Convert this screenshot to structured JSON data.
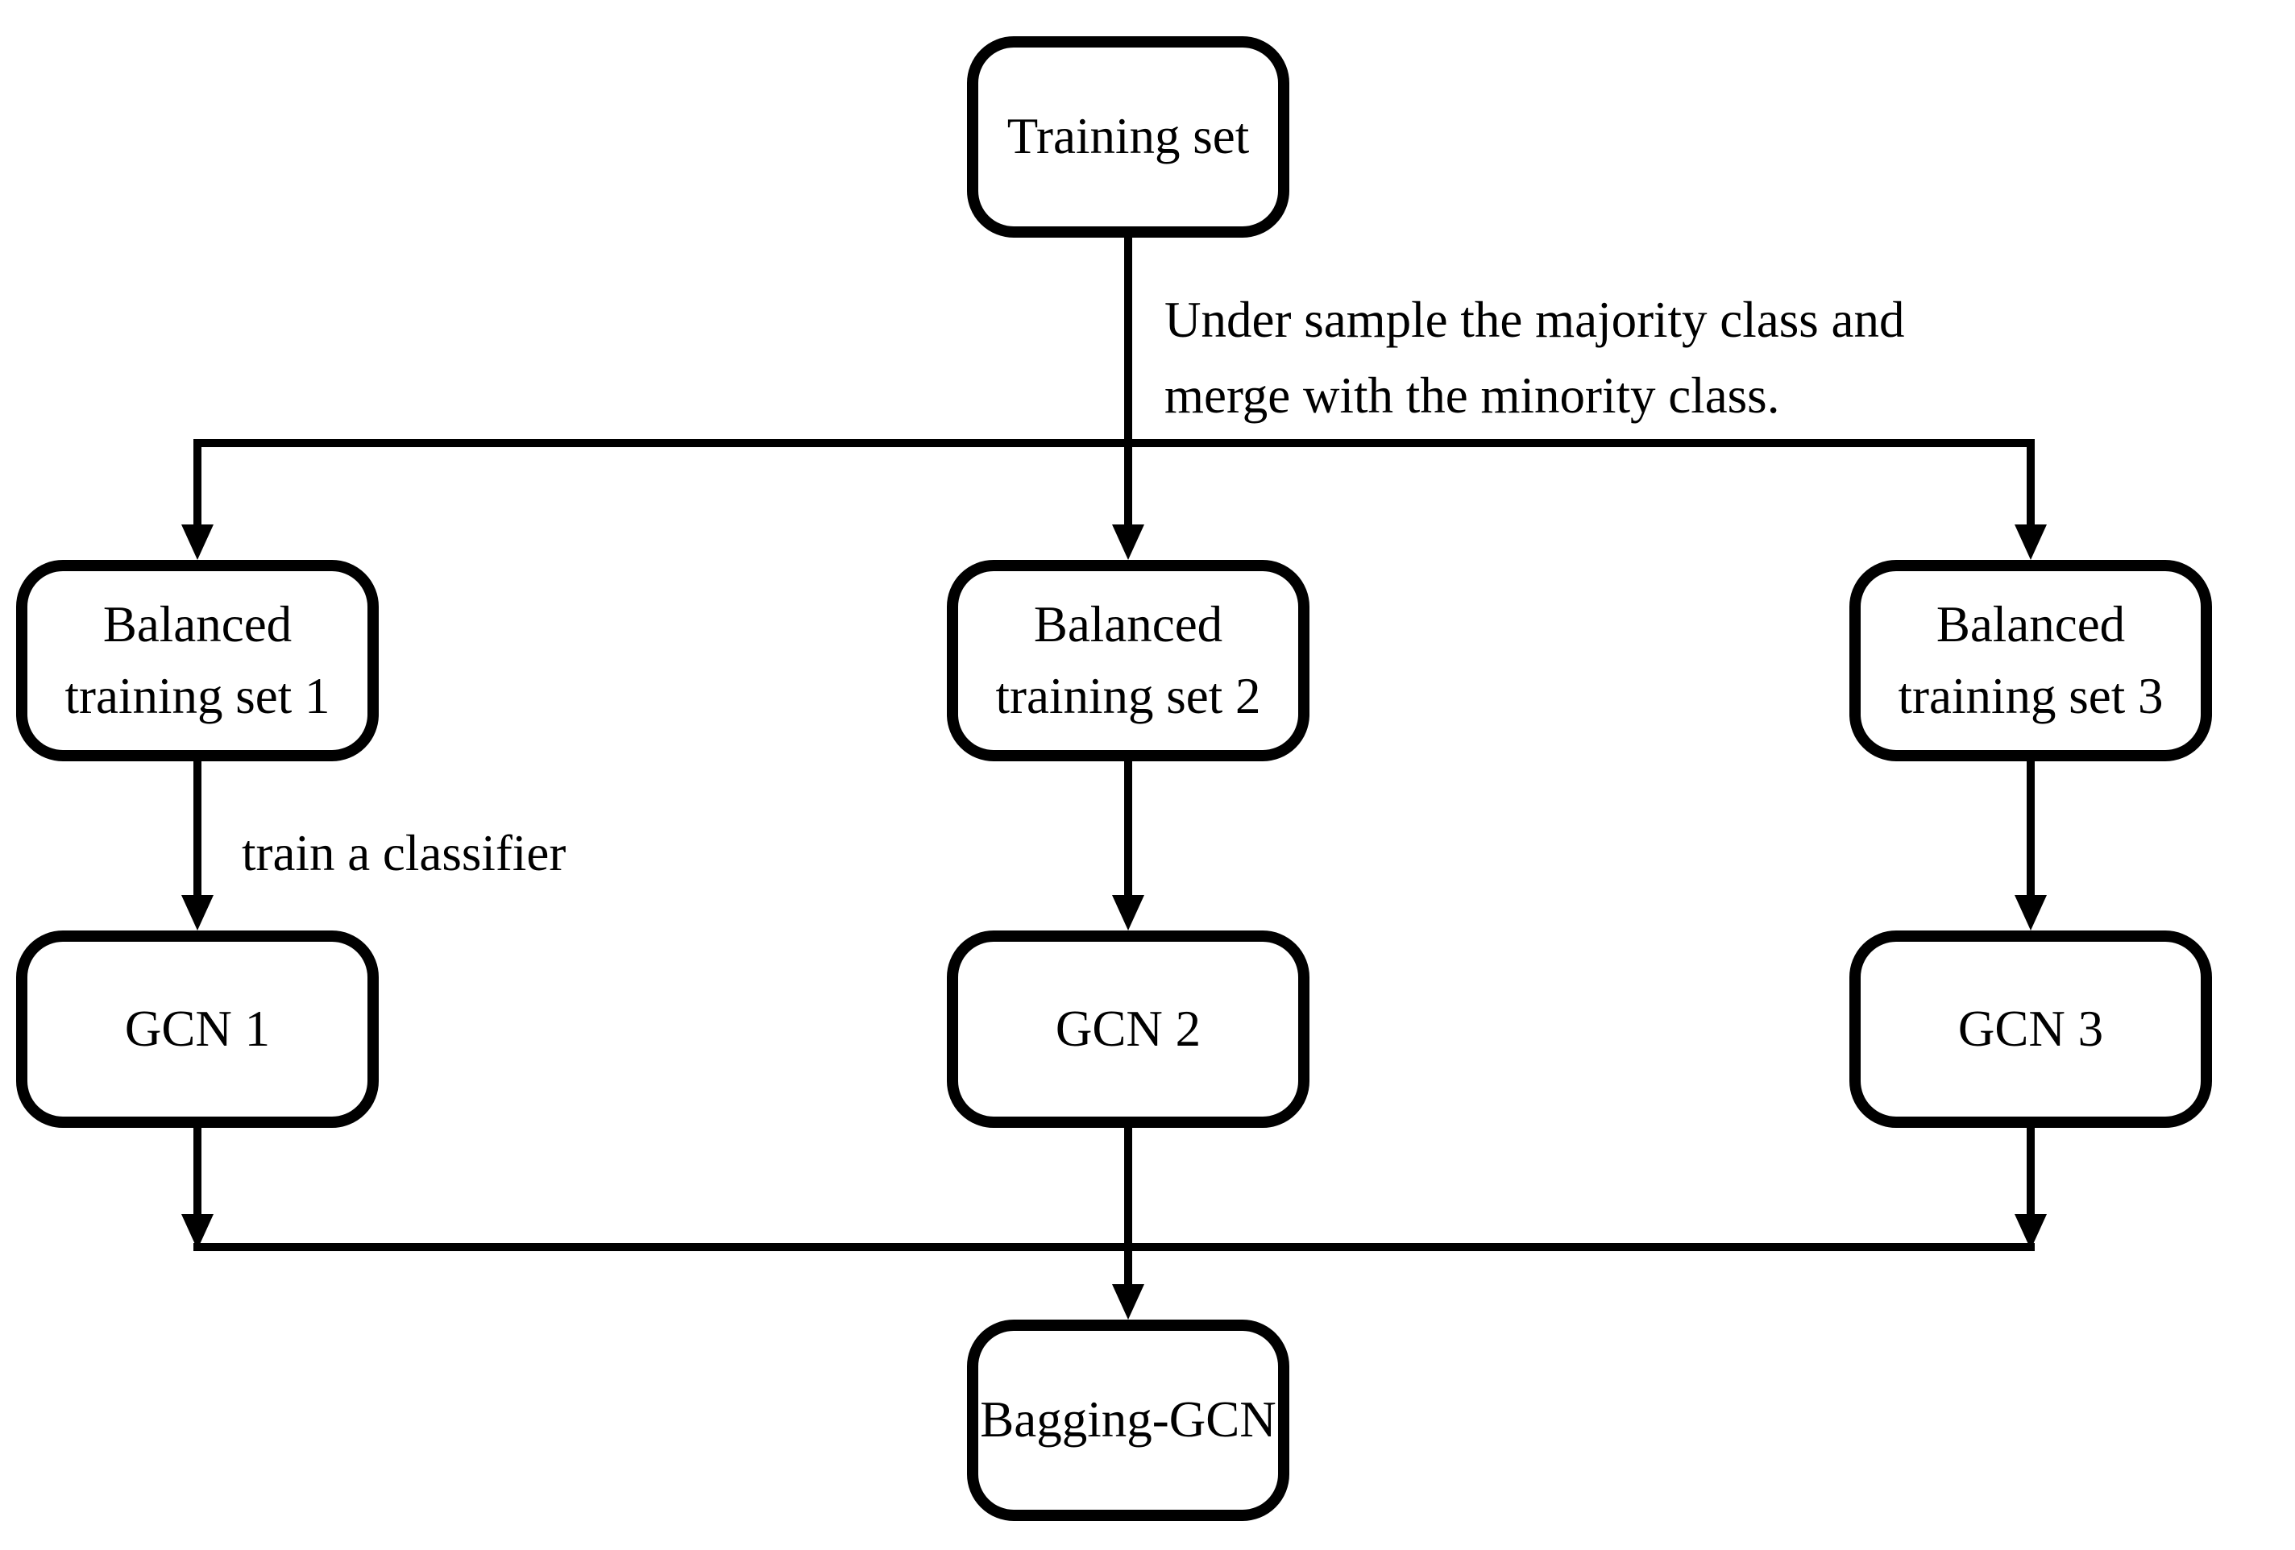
{
  "diagram": {
    "type": "flowchart",
    "background_color": "#ffffff",
    "line_color": "#000000",
    "box_fill_color": "#ffffff",
    "nodes": {
      "training_set": {
        "label": "Training set"
      },
      "balanced_1": {
        "label": "Balanced\ntraining set 1"
      },
      "balanced_2": {
        "label": "Balanced\ntraining set 2"
      },
      "balanced_3": {
        "label": "Balanced\ntraining set 3"
      },
      "gcn_1": {
        "label": "GCN 1"
      },
      "gcn_2": {
        "label": "GCN 2"
      },
      "gcn_3": {
        "label": "GCN 3"
      },
      "bagging_gcn": {
        "label": "Bagging-GCN"
      }
    },
    "edge_labels": {
      "undersample": "Under sample the majority class and\nmerge with the minority class.",
      "train_classifier": "train a classifier"
    },
    "edges": [
      "training_set -> balanced_1",
      "training_set -> balanced_2",
      "training_set -> balanced_3",
      "balanced_1 -> gcn_1",
      "balanced_2 -> gcn_2",
      "balanced_3 -> gcn_3",
      "gcn_1 -> bagging_gcn",
      "gcn_2 -> bagging_gcn",
      "gcn_3 -> bagging_gcn"
    ]
  }
}
